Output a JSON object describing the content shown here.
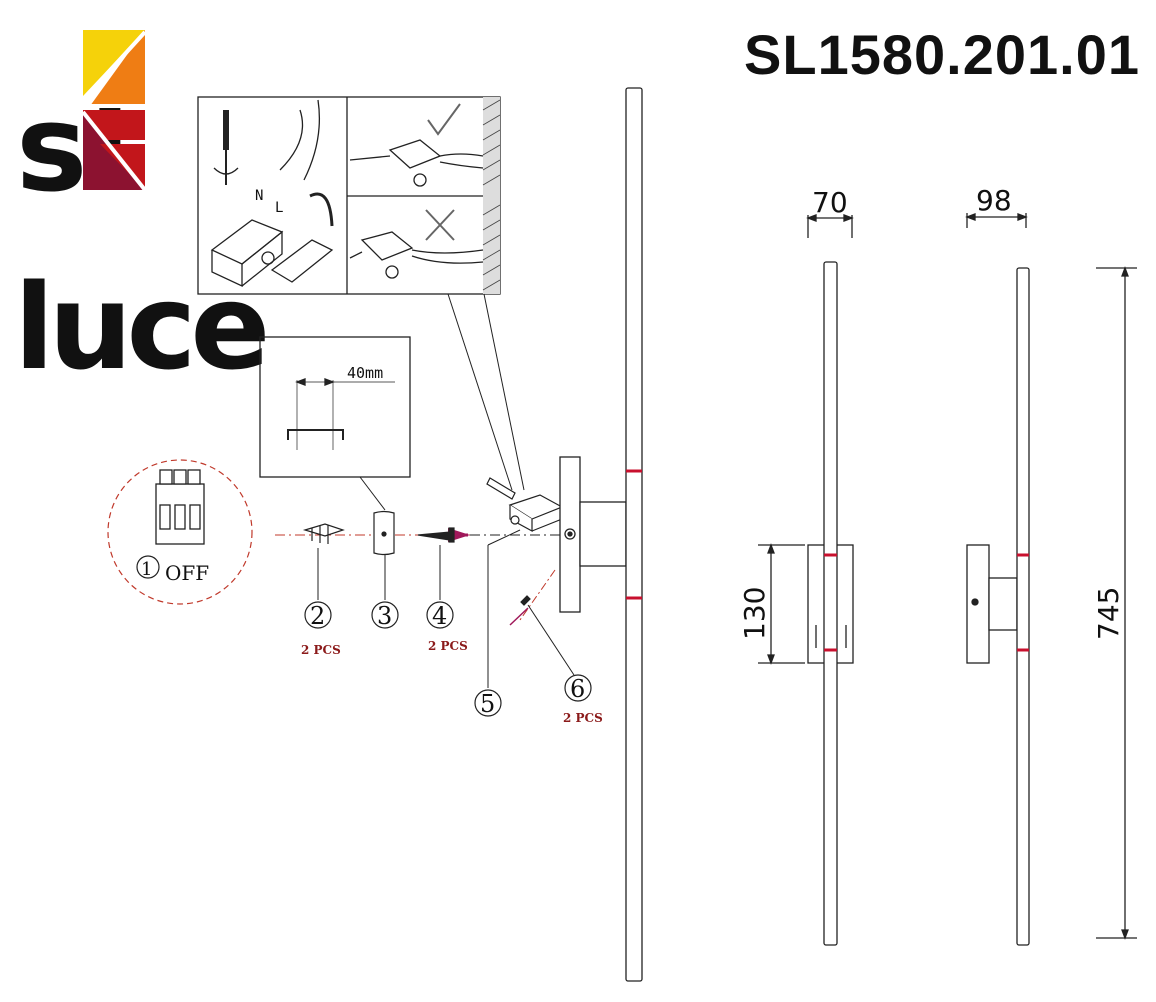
{
  "brand": {
    "logo_line1": "st",
    "logo_line2": "luce"
  },
  "model_number": "SL1580.201.01",
  "switch": {
    "step": "1",
    "label": "OFF"
  },
  "inset_spacing": {
    "label": "40mm"
  },
  "parts": [
    {
      "step": "2",
      "qty": "2 PCS"
    },
    {
      "step": "3",
      "qty": ""
    },
    {
      "step": "4",
      "qty": "2 PCS"
    },
    {
      "step": "5",
      "qty": ""
    },
    {
      "step": "6",
      "qty": "2 PCS"
    }
  ],
  "wiring": {
    "n_label": "N",
    "l_label": "L",
    "ok_icon": "check-icon",
    "bad_icon": "cross-icon"
  },
  "dimensions": {
    "front_width": "70",
    "side_depth": "98",
    "base_height": "130",
    "total_length": "745"
  },
  "colors": {
    "logo_yellow": "#f5d20a",
    "logo_orange": "#ef7d14",
    "logo_red": "#c2161b",
    "logo_dark_red": "#8c1230",
    "marker": "#a0185a",
    "mark_red": "#c8102e"
  }
}
